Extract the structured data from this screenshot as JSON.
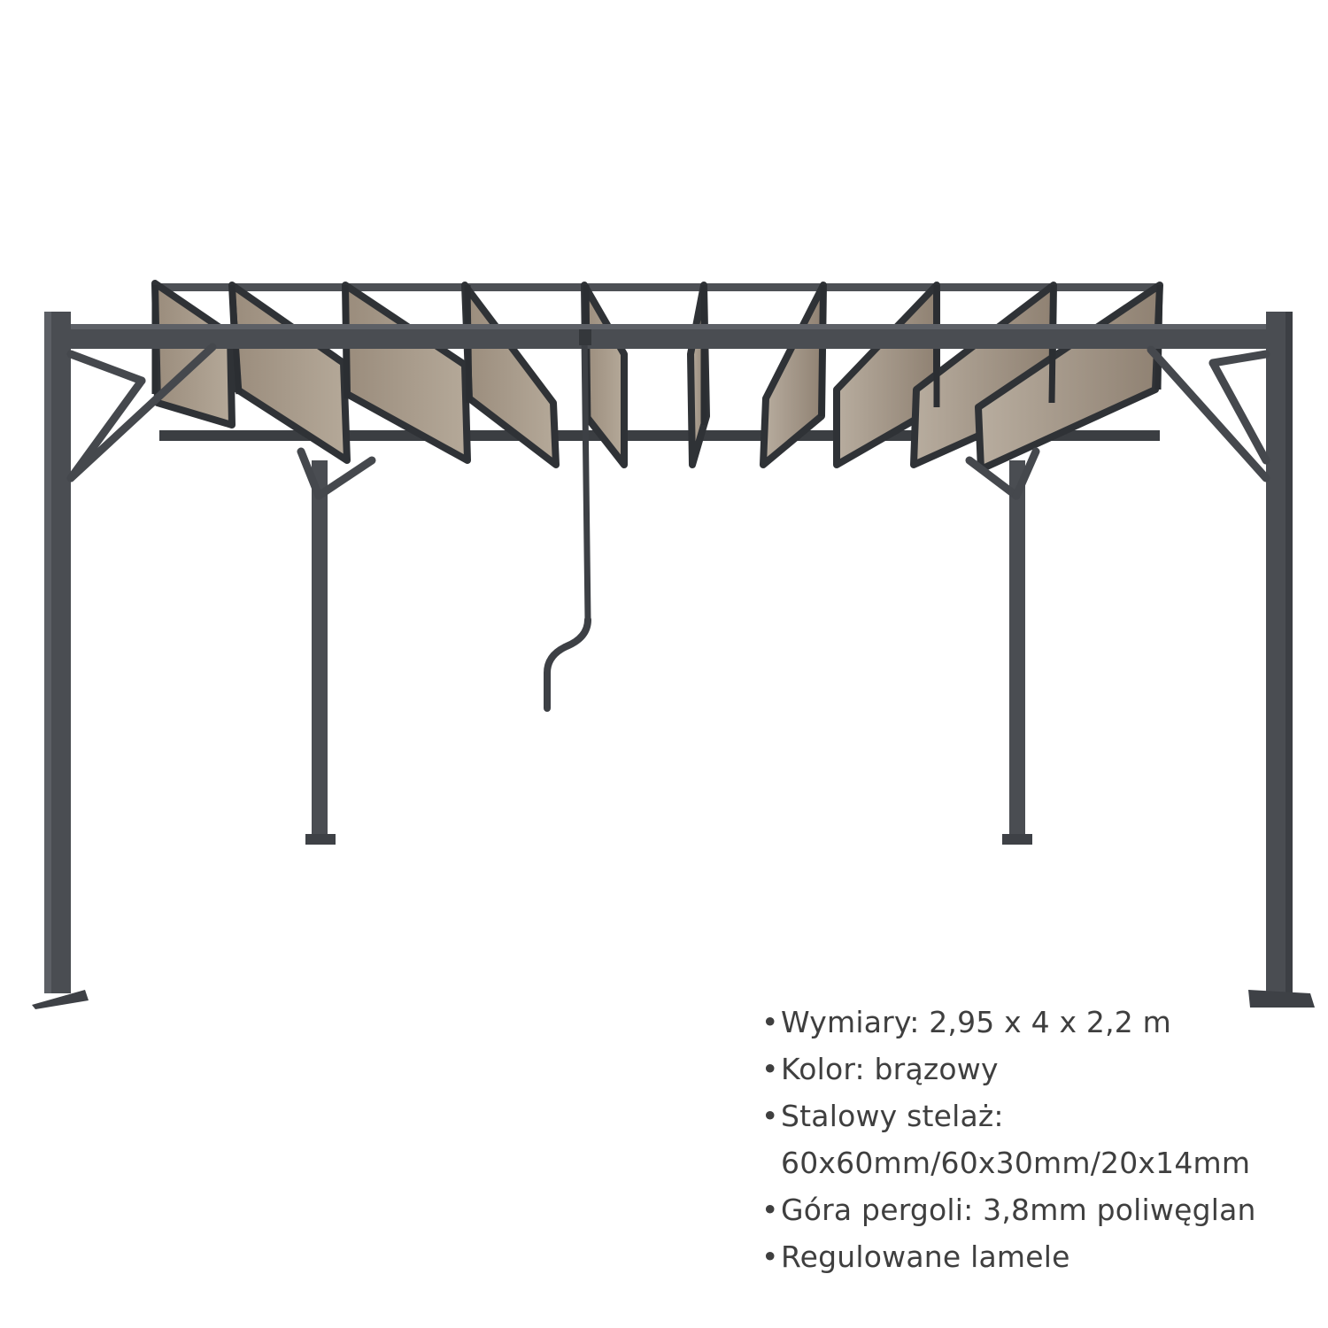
{
  "product": {
    "name": "pergola",
    "frame_color": "#4a4d52",
    "slat_color": "#a39381"
  },
  "specs": {
    "bullet": "•",
    "items": [
      "Wymiary: 2,95 x 4 x 2,2 m",
      "Kolor: brązowy",
      "Stalowy stelaż:",
      "60x60mm/60x30mm/20x14mm",
      "Góra pergoli: 3,8mm poliwęglan",
      "Regulowane lamele"
    ]
  }
}
